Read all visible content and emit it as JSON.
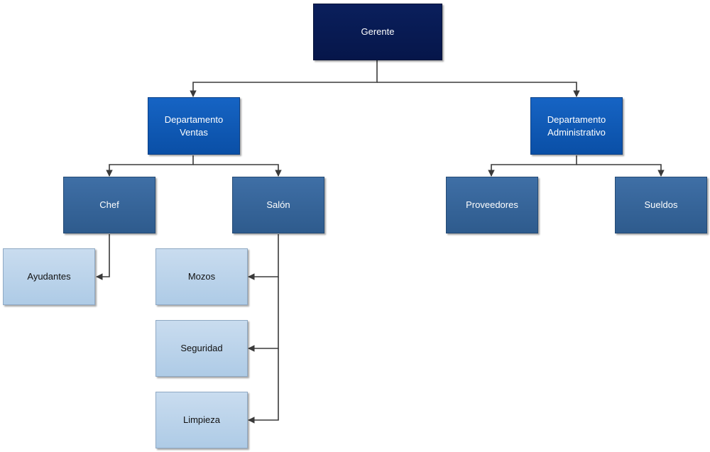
{
  "org_chart": {
    "root": {
      "label": "Gerente"
    },
    "departments": [
      {
        "label": "Departamento\nVentas"
      },
      {
        "label": "Departamento\nAdministrativo"
      }
    ],
    "sections": [
      {
        "label": "Chef"
      },
      {
        "label": "Salón"
      },
      {
        "label": "Proveedores"
      },
      {
        "label": "Sueldos"
      }
    ],
    "staff": [
      {
        "label": "Ayudantes"
      },
      {
        "label": "Mozos"
      },
      {
        "label": "Seguridad"
      },
      {
        "label": "Limpieza"
      }
    ]
  },
  "colors": {
    "root_fill": "#0a1f5c",
    "department_fill": "#1664c4",
    "section_fill": "#3f6fa6",
    "staff_fill": "#c9dcef",
    "connector": "#3a3a3a"
  }
}
